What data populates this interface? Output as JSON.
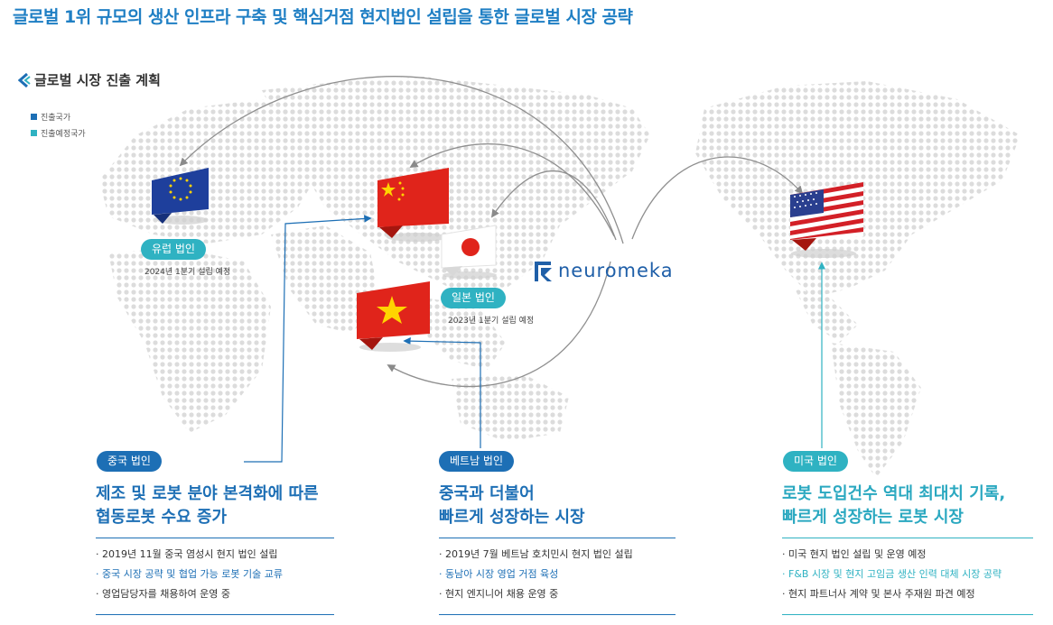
{
  "header": {
    "title": "글로벌 1위 규모의 생산 인프라 구축 및 핵심거점 현지법인 설립을 통한 글로벌 시장 공략",
    "section_title": "글로벌 시장 진출 계획"
  },
  "legend": [
    {
      "label": "진출국가",
      "color": "#1d6fb5"
    },
    {
      "label": "진출예정국가",
      "color": "#2fb2c2"
    }
  ],
  "map": {
    "logo_text": "neuromeka",
    "markers": {
      "europe": {
        "label": "유럽 법인",
        "note": "2024년 1분기 설립 예정"
      },
      "japan": {
        "label": "일본 법인",
        "note": "2023년 1분기 설립 예정"
      }
    }
  },
  "columns": [
    {
      "badge": "중국 법인",
      "heading_line1": "제조 및 로봇 분야 본격화에 따른",
      "heading_line2": "협동로봇 수요 증가",
      "bullets": [
        "· 2019년 11월 중국 염성시 현지 법인 설립",
        "· 중국 시장 공략 및 협업 가능 로봇 기술 교류",
        "· 영업담당자를 채용하여 운영 중"
      ]
    },
    {
      "badge": "베트남 법인",
      "heading_line1": "중국과 더불어",
      "heading_line2": "빠르게 성장하는 시장",
      "bullets": [
        "· 2019년 7월 베트남 호치민시 현지 법인 설립",
        "· 동남아 시장 영업 거점 육성",
        "· 현지 엔지니어 채용 운영 중"
      ]
    },
    {
      "badge": "미국 법인",
      "heading_line1": "로봇 도입건수 역대 최대치 기록,",
      "heading_line2": "빠르게 성장하는 로봇 시장",
      "bullets": [
        "· 미국 현지 법인 설립 및 운영 예정",
        "· F&B 시장 및 현지 고임금 생산 인력 대체 시장 공략",
        "· 현지 파트너사 계약 및 본사 주재원 파견 예정"
      ]
    }
  ]
}
